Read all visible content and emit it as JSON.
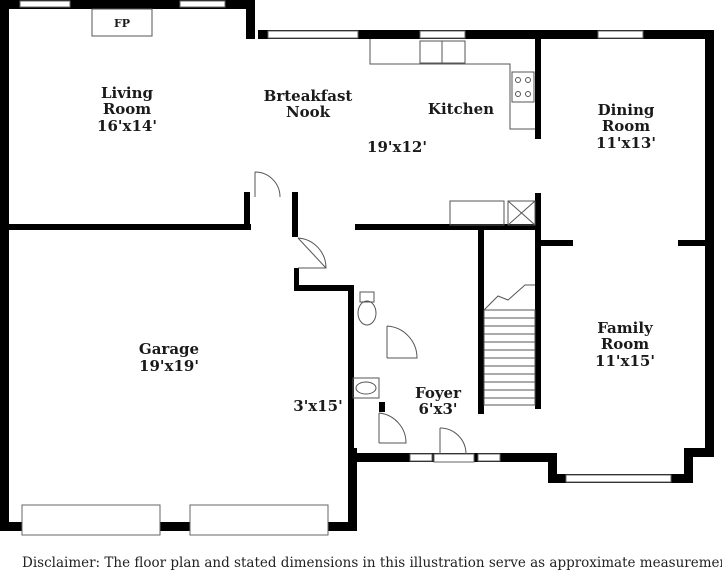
{
  "rooms": {
    "living_room": {
      "name_line1": "Living",
      "name_line2": "Room",
      "dims": "16'x14'"
    },
    "breakfast_nook": {
      "name_line1": "Brteakfast",
      "name_line2": "Nook"
    },
    "kitchen": {
      "name": "Kitchen",
      "dims": "19'x12'"
    },
    "dining_room": {
      "name_line1": "Dining",
      "name_line2": "Room",
      "dims": "11'x13'"
    },
    "garage": {
      "name": "Garage",
      "dims": "19'x19'"
    },
    "family_room": {
      "name_line1": "Family",
      "name_line2": "Room",
      "dims": "11'x15'"
    },
    "foyer": {
      "name": "Foyer",
      "dims": "6'x3'"
    },
    "hall": {
      "dims": "3'x15'"
    }
  },
  "fireplace_label": "FP",
  "disclaimer": "Disclaimer: The floor plan and stated dimensions in this illustration serve as approximate measurements"
}
